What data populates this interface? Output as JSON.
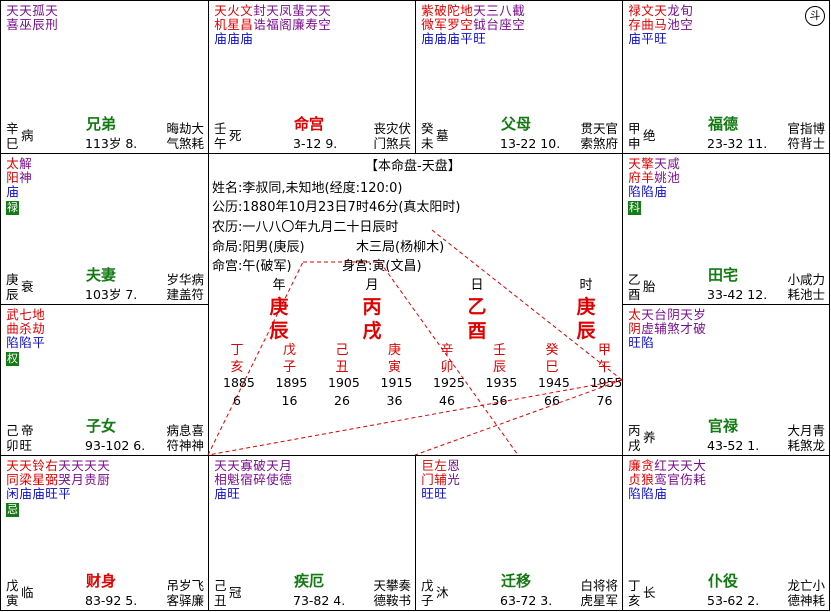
{
  "colors": {
    "red": "#e00000",
    "purple": "#7a0e8e",
    "blue": "#0a0ad0",
    "green": "#137a13",
    "border": "#000000"
  },
  "center": {
    "title": "【本命盘-天盘】",
    "name": "姓名:李叔同,未知地(经度:120:0)",
    "gregorian": "公历:1880年10月23日7时46分(真太阳时)",
    "lunar": "农历:一八八〇年九月二十日辰时",
    "ju": "命局:阳男(庚辰)",
    "wuxing": "木三局(杨柳木)",
    "minggong": "命宫:午(破军)",
    "shengong": "身宫:寅(文昌)",
    "pillar_labels": [
      "年",
      "月",
      "日",
      "时"
    ],
    "pillars": [
      {
        "stem": "庚",
        "branch": "辰"
      },
      {
        "stem": "丙",
        "branch": "戌"
      },
      {
        "stem": "乙",
        "branch": "酉"
      },
      {
        "stem": "庚",
        "branch": "辰"
      }
    ],
    "dayun": [
      {
        "stem": "丁",
        "branch": "亥",
        "year": "1885",
        "age": "6"
      },
      {
        "stem": "戊",
        "branch": "子",
        "year": "1895",
        "age": "16"
      },
      {
        "stem": "己",
        "branch": "丑",
        "year": "1905",
        "age": "26"
      },
      {
        "stem": "庚",
        "branch": "寅",
        "year": "1915",
        "age": "36"
      },
      {
        "stem": "辛",
        "branch": "卯",
        "year": "1925",
        "age": "46"
      },
      {
        "stem": "壬",
        "branch": "辰",
        "year": "1935",
        "age": "56"
      },
      {
        "stem": "癸",
        "branch": "巳",
        "year": "1945",
        "age": "66"
      },
      {
        "stem": "甲",
        "branch": "午",
        "year": "1955",
        "age": "76"
      }
    ]
  },
  "cells": [
    {
      "id": "si",
      "palace": "兄弟",
      "palace_color": "green",
      "ganzhi": [
        "辛",
        "巳"
      ],
      "state": "病",
      "range": "113岁 8.",
      "right": [
        "晦劫大",
        "气煞耗"
      ],
      "stars": [
        {
          "t": "天",
          "b": "喜",
          "s": "",
          "c": "purple"
        },
        {
          "t": "天",
          "b": "巫",
          "s": "",
          "c": "purple"
        },
        {
          "t": "孤",
          "b": "辰",
          "s": "",
          "c": "purple"
        },
        {
          "t": "天",
          "b": "刑",
          "s": "",
          "c": "purple"
        }
      ]
    },
    {
      "id": "wu",
      "palace": "命宫",
      "palace_color": "red",
      "ganzhi": [
        "壬",
        "午"
      ],
      "state": "死",
      "range": "3-12 9.",
      "right": [
        "丧灾伏",
        "门煞兵"
      ],
      "stars": [
        {
          "t": "天",
          "b": "机",
          "s": "庙",
          "c": "red"
        },
        {
          "t": "火",
          "b": "星",
          "s": "庙",
          "c": "red"
        },
        {
          "t": "文",
          "b": "昌",
          "s": "庙",
          "c": "red"
        },
        {
          "t": "封",
          "b": "诰",
          "s": "",
          "c": "purple"
        },
        {
          "t": "天",
          "b": "福",
          "s": "",
          "c": "purple"
        },
        {
          "t": "凤",
          "b": "阁",
          "s": "",
          "c": "purple"
        },
        {
          "t": "蜚",
          "b": "廉",
          "s": "",
          "c": "purple"
        },
        {
          "t": "天",
          "b": "寿",
          "s": "",
          "c": "purple"
        },
        {
          "t": "天",
          "b": "空",
          "s": "",
          "c": "purple"
        }
      ]
    },
    {
      "id": "wei",
      "palace": "父母",
      "palace_color": "green",
      "ganzhi": [
        "癸",
        "未"
      ],
      "state": "墓",
      "range": "13-22 10.",
      "right": [
        "贯天官",
        "索煞府"
      ],
      "stars": [
        {
          "t": "紫",
          "b": "微",
          "s": "庙",
          "c": "red"
        },
        {
          "t": "破",
          "b": "军",
          "s": "庙",
          "c": "red"
        },
        {
          "t": "陀",
          "b": "罗",
          "s": "庙",
          "c": "red"
        },
        {
          "t": "地",
          "b": "空",
          "s": "平",
          "c": "red"
        },
        {
          "t": "天",
          "b": "钺",
          "s": "旺",
          "c": "purple"
        },
        {
          "t": "三",
          "b": "台",
          "s": "",
          "c": "purple"
        },
        {
          "t": "八",
          "b": "座",
          "s": "",
          "c": "purple"
        },
        {
          "t": "截",
          "b": "空",
          "s": "",
          "c": "purple"
        }
      ]
    },
    {
      "id": "shen",
      "palace": "福德",
      "palace_color": "green",
      "ganzhi": [
        "甲",
        "申"
      ],
      "state": "绝",
      "range": "23-32 11.",
      "right": [
        "官指博",
        "符背士"
      ],
      "stars": [
        {
          "t": "禄",
          "b": "存",
          "s": "庙",
          "c": "red"
        },
        {
          "t": "文",
          "b": "曲",
          "s": "平",
          "c": "red"
        },
        {
          "t": "天",
          "b": "马",
          "s": "旺",
          "c": "red"
        },
        {
          "t": "龙",
          "b": "池",
          "s": "",
          "c": "purple"
        },
        {
          "t": "旬",
          "b": "空",
          "s": "",
          "c": "purple"
        }
      ]
    },
    {
      "id": "you",
      "palace": "田宅",
      "palace_color": "green",
      "ganzhi": [
        "乙",
        "酉"
      ],
      "state": "胎",
      "range": "33-42 12.",
      "right": [
        "小咸力",
        "耗池士"
      ],
      "stars": [
        {
          "t": "天",
          "b": "府",
          "s": "陷",
          "c": "red",
          "tag": "科"
        },
        {
          "t": "擎",
          "b": "羊",
          "s": "陷",
          "c": "red"
        },
        {
          "t": "天",
          "b": "姚",
          "s": "庙",
          "c": "purple"
        },
        {
          "t": "咸",
          "b": "池",
          "s": "",
          "c": "purple"
        }
      ]
    },
    {
      "id": "xu",
      "palace": "官禄",
      "palace_color": "green",
      "ganzhi": [
        "丙",
        "戌"
      ],
      "state": "养",
      "range": "43-52 1.",
      "right": [
        "大月青",
        "耗煞龙"
      ],
      "stars": [
        {
          "t": "太",
          "b": "阴",
          "s": "旺",
          "c": "red"
        },
        {
          "t": "天",
          "b": "虚",
          "s": "陷",
          "c": "purple"
        },
        {
          "t": "台",
          "b": "辅",
          "s": "",
          "c": "purple"
        },
        {
          "t": "阴",
          "b": "煞",
          "s": "",
          "c": "purple"
        },
        {
          "t": "天",
          "b": "才",
          "s": "",
          "c": "purple"
        },
        {
          "t": "岁",
          "b": "破",
          "s": "",
          "c": "purple"
        }
      ]
    },
    {
      "id": "hai",
      "palace": "仆役",
      "palace_color": "green",
      "ganzhi": [
        "丁",
        "亥"
      ],
      "state": "长",
      "range": "53-62 2.",
      "right": [
        "龙亡小",
        "德神耗"
      ],
      "stars": [
        {
          "t": "廉",
          "b": "贞",
          "s": "陷",
          "c": "red"
        },
        {
          "t": "贪",
          "b": "狼",
          "s": "陷",
          "c": "red"
        },
        {
          "t": "红",
          "b": "鸾",
          "s": "庙",
          "c": "purple"
        },
        {
          "t": "天",
          "b": "官",
          "s": "",
          "c": "purple"
        },
        {
          "t": "天",
          "b": "伤",
          "s": "",
          "c": "purple"
        },
        {
          "t": "大",
          "b": "耗",
          "s": "",
          "c": "purple"
        }
      ]
    },
    {
      "id": "zi",
      "palace": "迁移",
      "palace_color": "green",
      "ganzhi": [
        "戊",
        "子"
      ],
      "state": "沐",
      "range": "63-72 3.",
      "right": [
        "白将将",
        "虎星军"
      ],
      "stars": [
        {
          "t": "巨",
          "b": "门",
          "s": "旺",
          "c": "red"
        },
        {
          "t": "左",
          "b": "辅",
          "s": "旺",
          "c": "red"
        },
        {
          "t": "恩",
          "b": "光",
          "s": "",
          "c": "purple"
        }
      ]
    },
    {
      "id": "chou",
      "palace": "疾厄",
      "palace_color": "green",
      "ganzhi": [
        "己",
        "丑"
      ],
      "state": "冠",
      "range": "73-82 4.",
      "right": [
        "天攀奏",
        "德鞍书"
      ],
      "stars": [
        {
          "t": "天",
          "b": "相",
          "s": "庙",
          "c": "purple"
        },
        {
          "t": "天",
          "b": "魁",
          "s": "旺",
          "c": "purple"
        },
        {
          "t": "寡",
          "b": "宿",
          "s": "",
          "c": "purple"
        },
        {
          "t": "破",
          "b": "碎",
          "s": "",
          "c": "purple"
        },
        {
          "t": "天",
          "b": "使",
          "s": "",
          "c": "purple"
        },
        {
          "t": "月",
          "b": "德",
          "s": "",
          "c": "purple"
        }
      ]
    },
    {
      "id": "yin",
      "palace": "财身",
      "palace_color": "red",
      "ganzhi": [
        "戊",
        "寅"
      ],
      "state": "临",
      "range": "83-92 5.",
      "right": [
        "吊岁飞",
        "客驿廉"
      ],
      "stars": [
        {
          "t": "天",
          "b": "同",
          "s": "闲",
          "c": "red",
          "tag": "忌"
        },
        {
          "t": "天",
          "b": "梁",
          "s": "庙",
          "c": "red"
        },
        {
          "t": "铃",
          "b": "星",
          "s": "庙",
          "c": "red"
        },
        {
          "t": "右",
          "b": "弼",
          "s": "旺",
          "c": "red"
        },
        {
          "t": "天",
          "b": "哭",
          "s": "平",
          "c": "purple"
        },
        {
          "t": "天",
          "b": "月",
          "s": "",
          "c": "purple"
        },
        {
          "t": "天",
          "b": "贵",
          "s": "",
          "c": "purple"
        },
        {
          "t": "天",
          "b": "厨",
          "s": "",
          "c": "purple"
        }
      ]
    },
    {
      "id": "mao",
      "palace": "子女",
      "palace_color": "green",
      "ganzhi": [
        "己",
        "卯"
      ],
      "state": "帝",
      "state2": "旺",
      "range": "93-102 6.",
      "right": [
        "病息喜",
        "符神神"
      ],
      "stars": [
        {
          "t": "武",
          "b": "曲",
          "s": "陷",
          "c": "red",
          "tag": "权"
        },
        {
          "t": "七",
          "b": "杀",
          "s": "陷",
          "c": "red"
        },
        {
          "t": "地",
          "b": "劫",
          "s": "平",
          "c": "red"
        }
      ]
    },
    {
      "id": "chen",
      "palace": "夫妻",
      "palace_color": "green",
      "ganzhi": [
        "庚",
        "辰"
      ],
      "state": "衰",
      "range": "103岁 7.",
      "right": [
        "岁华病",
        "建盖符"
      ],
      "stars": [
        {
          "t": "太",
          "b": "阳",
          "s": "庙",
          "c": "red",
          "tag": "禄"
        },
        {
          "t": "解",
          "b": "神",
          "s": "",
          "c": "purple"
        }
      ]
    }
  ]
}
